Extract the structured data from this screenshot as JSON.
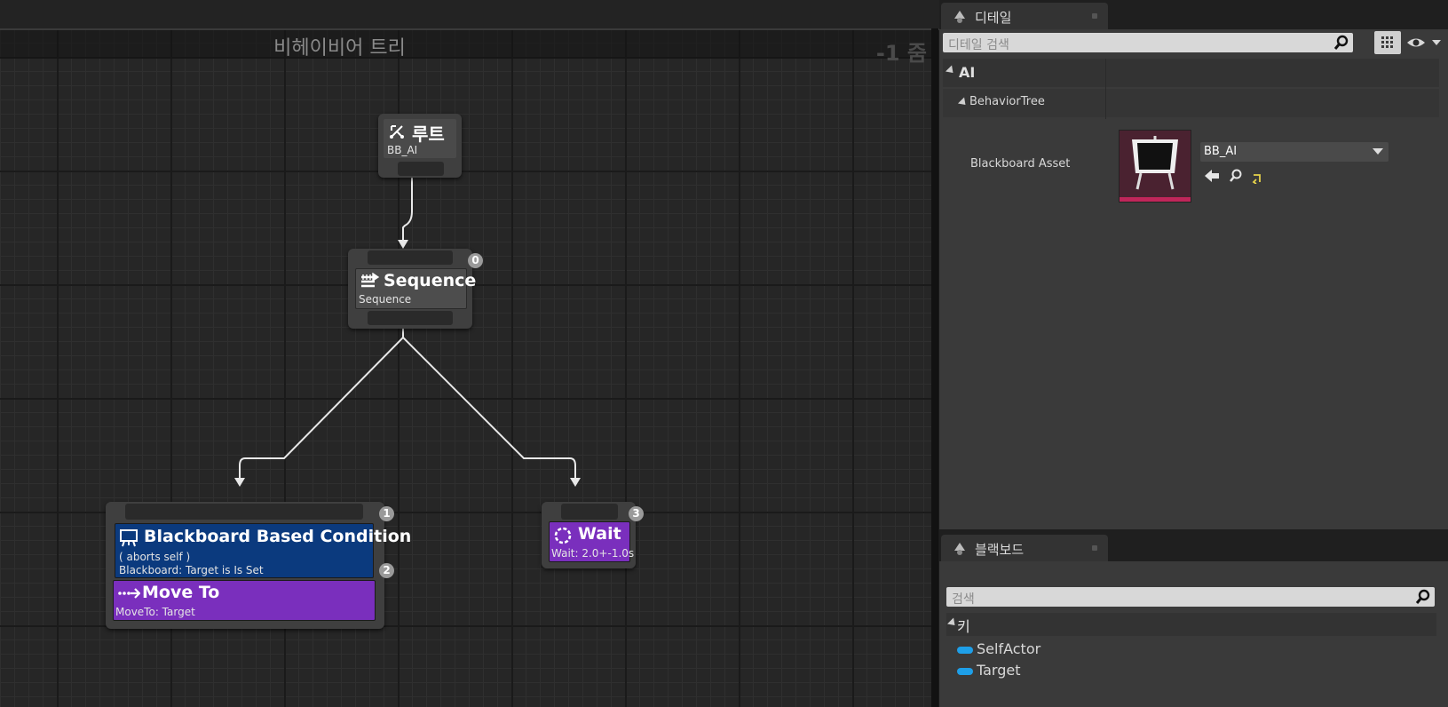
{
  "graph": {
    "title": "비헤이비어 트리",
    "zoom": "-1 줌"
  },
  "nodes": {
    "root": {
      "title": "루트",
      "subtitle": "BB_AI"
    },
    "sequence": {
      "title": "Sequence",
      "subtitle": "Sequence",
      "index": "0"
    },
    "selector": {
      "index_top": "1",
      "index_task": "2"
    },
    "decorator": {
      "title": "Blackboard Based Condition",
      "line1": "( aborts self )",
      "line2": "Blackboard: Target is Is Set"
    },
    "moveto": {
      "title": "Move To",
      "subtitle": "MoveTo: Target"
    },
    "wait": {
      "title": "Wait",
      "subtitle": "Wait: 2.0+-1.0s",
      "index": "3"
    }
  },
  "details": {
    "tab_label": "디테일",
    "search_placeholder": "디테일 검색",
    "category": "AI",
    "subcategory": "BehaviorTree",
    "property_label": "Blackboard Asset",
    "asset_value": "BB_AI"
  },
  "blackboard": {
    "tab_label": "블랙보드",
    "search_placeholder": "검색",
    "keys_header": "키",
    "keys": [
      "SelfActor",
      "Target"
    ]
  },
  "colors": {
    "decorator": "#0b3a7e",
    "task": "#7a2fbd",
    "key_pill": "#1e9fe8"
  }
}
